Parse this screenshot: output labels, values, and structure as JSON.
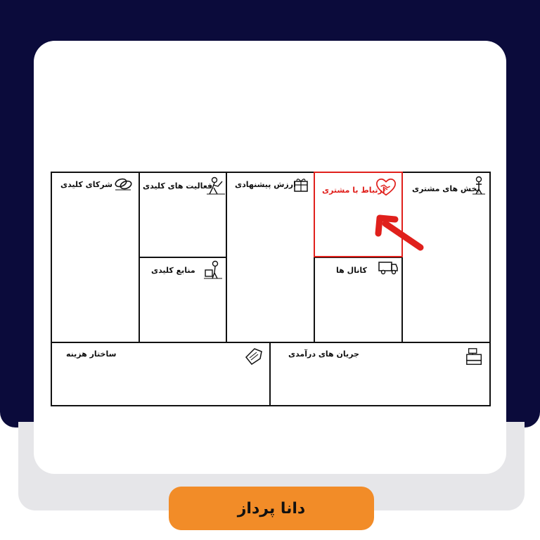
{
  "canvas": {
    "key_partners": "شرکای کلیدی",
    "key_activities": "فعالیت های کلیدی",
    "key_resources": "منابع کلیدی",
    "value_propositions": "ارزش پیشنهادی",
    "customer_relationships": "ارتباط با مشتری",
    "channels": "کانال ها",
    "customer_segments": "بخش های مشتری",
    "cost_structure": "ساختار هزینه",
    "revenue_streams": "جریان های درآمدی"
  },
  "colors": {
    "navy": "#0b0b3b",
    "highlight": "#e0201c",
    "brand_orange": "#f28c28"
  },
  "brand": {
    "name": "دانا پرداز"
  },
  "icons": [
    "link-icon",
    "worker-icon",
    "gift-icon",
    "heart-handshake-icon",
    "person-icon",
    "truck-icon",
    "cost-tag-icon",
    "cash-register-icon"
  ]
}
